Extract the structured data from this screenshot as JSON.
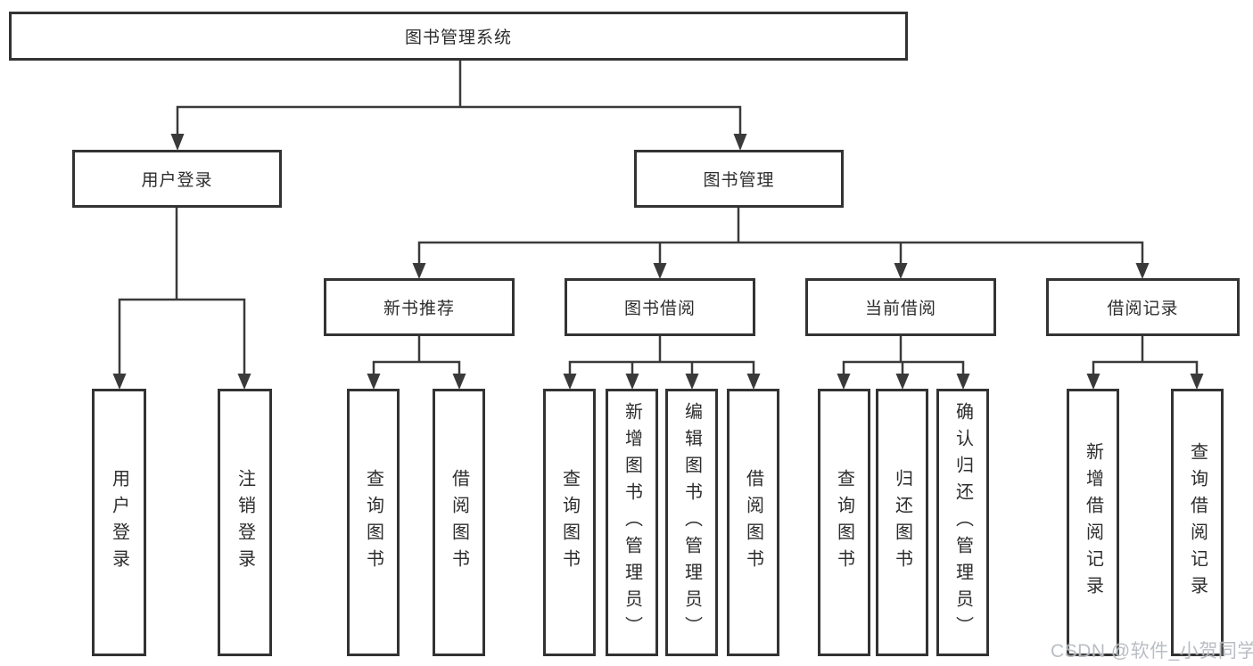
{
  "tree": {
    "root": "图书管理系统",
    "branches": [
      {
        "label": "用户登录",
        "children": [
          "用户登录",
          "注销登录"
        ]
      },
      {
        "label": "图书管理",
        "children": [
          {
            "label": "新书推荐",
            "children": [
              "查询图书",
              "借阅图书"
            ]
          },
          {
            "label": "图书借阅",
            "children": [
              "查询图书",
              "新增图书（管理员）",
              "编辑图书（管理员）",
              "借阅图书"
            ]
          },
          {
            "label": "当前借阅",
            "children": [
              "查询图书",
              "归还图书",
              "确认归还（管理员）"
            ]
          },
          {
            "label": "借阅记录",
            "children": [
              "新增借阅记录",
              "查询借阅记录"
            ]
          }
        ]
      }
    ]
  },
  "watermark": {
    "text": "CSDN @软件_小贺同学"
  },
  "colors": {
    "line": "#3a3a3a",
    "border": "#333333",
    "text": "#2d2d2d",
    "watermark": "#b6bac1",
    "background": "#ffffff"
  }
}
